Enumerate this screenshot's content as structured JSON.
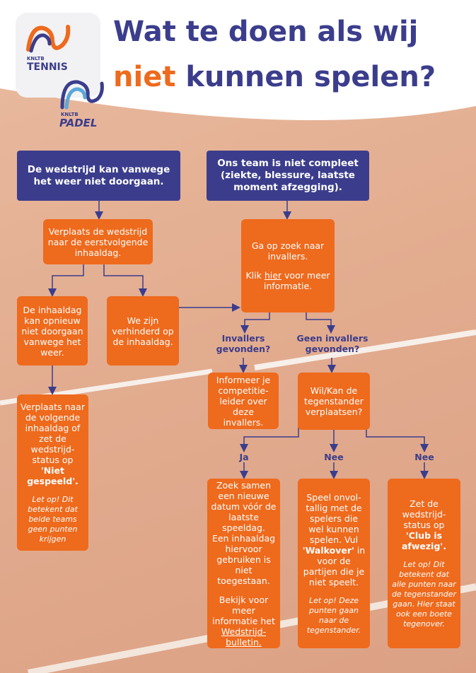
{
  "title": {
    "line1": "Wat te doen als wij",
    "line2_highlight": "niet",
    "line2_rest": "kunnen spelen?"
  },
  "logos": {
    "tennis_small": "KNLTB",
    "tennis_name": "TENNIS",
    "padel_small": "KNLTB",
    "padel_name": "PADEL"
  },
  "colors": {
    "navy": "#3b3d8c",
    "orange": "#ee6a1d",
    "background": "#e3ad90"
  },
  "nodes": {
    "weather": "De wedstrijd kan vanwege het weer niet doorgaan.",
    "incomplete": "Ons team is niet compleet (ziekte, blessure, laatste moment afzegging).",
    "reschedule": "Verplaats de wedstrijd naar de eerstvolgende inhaaldag.",
    "search_pre": "Ga op zoek naar invallers.",
    "search_click": "Klik",
    "search_link": "hier",
    "search_post": "voor meer informatie.",
    "again_no": "De inhaaldag kan opnieuw niet doorgaan vanwege het weer.",
    "prevented": "We zijn verhinderd op de inhaaldag.",
    "move_next_pre": "Verplaats naar de volgende inhaaldag of zet de wedstrijd-status op",
    "move_next_bold": "'Niet gespeeld'.",
    "move_next_note": "Let op! Dit betekent dat beide teams geen punten krijgen",
    "inform": "Informeer je competitie-leider over deze invallers.",
    "opponent": "Wil/Kan de tegenstander verplaatsen?",
    "new_date_1": "Zoek samen een nieuwe datum vóór de laatste speeldag.",
    "new_date_2": "Een inhaaldag hiervoor gebruiken is niet toegestaan.",
    "new_date_3": "Bekijk voor meer informatie het",
    "new_date_link": "Wedstrijd-bulletin.",
    "incomplete_play_pre": "Speel onvol-tallig met de spelers die wel kunnen spelen. Vul",
    "incomplete_play_bold": "'Walkover'",
    "incomplete_play_post": "in voor de partijen die je niet speelt.",
    "incomplete_play_note": "Let op! Deze punten gaan naar de tegenstander.",
    "absent_pre": "Zet de wedstrijd-status op",
    "absent_bold": "'Club is afwezig'.",
    "absent_note": "Let op! Dit betekent dat alle punten naar de tegenstander gaan. Hier staat ook een boete tegenover."
  },
  "labels": {
    "found": "Invallers gevonden?",
    "not_found": "Geen invallers gevonden?",
    "yes": "Ja",
    "no1": "Nee",
    "no2": "Nee"
  }
}
